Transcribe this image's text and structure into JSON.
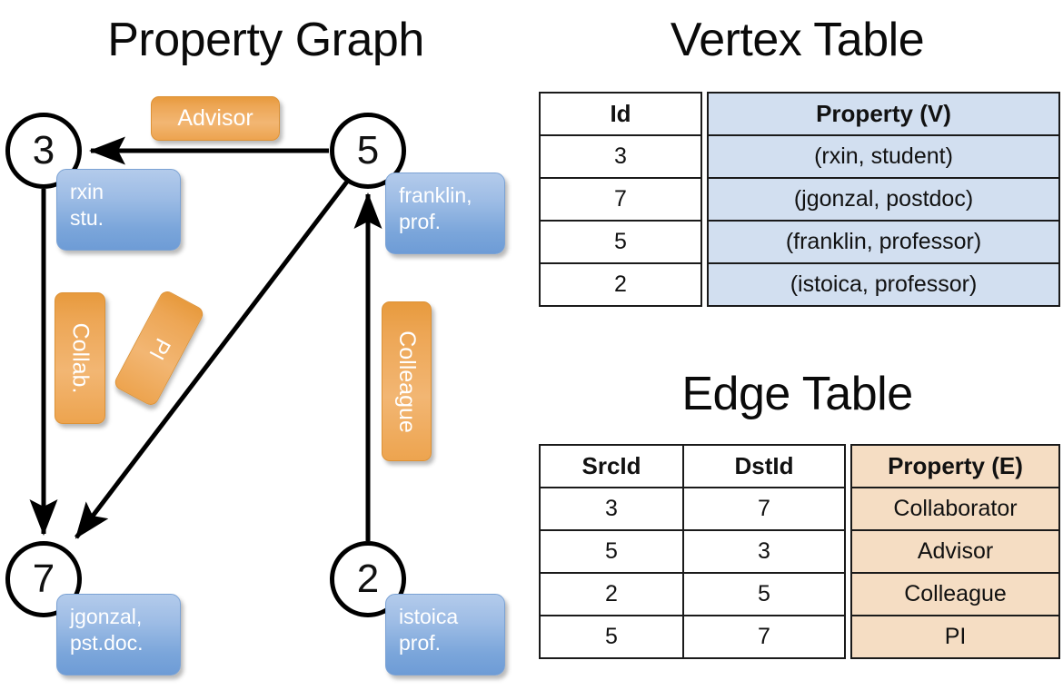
{
  "titles": {
    "property_graph": "Property Graph",
    "vertex_table": "Vertex Table",
    "edge_table": "Edge Table"
  },
  "graph": {
    "nodes": [
      {
        "id": "3",
        "property": "rxin\nstu."
      },
      {
        "id": "5",
        "property": "franklin,\nprof."
      },
      {
        "id": "7",
        "property": "jgonzal,\npst.doc."
      },
      {
        "id": "2",
        "property": "istoica\nprof."
      }
    ],
    "node_labels": {
      "n3": "3",
      "n5": "5",
      "n7": "7",
      "n2": "2"
    },
    "property_boxes": {
      "rxin_line1": "rxin",
      "rxin_line2": "stu.",
      "franklin_line1": "franklin,",
      "franklin_line2": "prof.",
      "jgonzal_line1": "jgonzal,",
      "jgonzal_line2": "pst.doc.",
      "istoica_line1": "istoica",
      "istoica_line2": "prof."
    },
    "edge_labels": {
      "advisor": "Advisor",
      "collab": "Collab.",
      "colleague": "Colleague",
      "pi": "PI"
    },
    "edges": [
      {
        "src": "5",
        "dst": "3",
        "label": "Advisor"
      },
      {
        "src": "3",
        "dst": "7",
        "label": "Collab."
      },
      {
        "src": "5",
        "dst": "7",
        "label": "PI"
      },
      {
        "src": "2",
        "dst": "5",
        "label": "Colleague"
      }
    ]
  },
  "vertex_table": {
    "headers": [
      "Id",
      "Property (V)"
    ],
    "rows": [
      {
        "id": "3",
        "property": "(rxin, student)"
      },
      {
        "id": "7",
        "property": "(jgonzal, postdoc)"
      },
      {
        "id": "5",
        "property": "(franklin, professor)"
      },
      {
        "id": "2",
        "property": "(istoica, professor)"
      }
    ]
  },
  "edge_table": {
    "headers": [
      "SrcId",
      "DstId",
      "Property (E)"
    ],
    "rows": [
      {
        "src": "3",
        "dst": "7",
        "property": "Collaborator"
      },
      {
        "src": "5",
        "dst": "3",
        "property": "Advisor"
      },
      {
        "src": "2",
        "dst": "5",
        "property": "Colleague"
      },
      {
        "src": "5",
        "dst": "7",
        "property": "PI"
      }
    ]
  },
  "colors": {
    "vertex_property_fill": "#d2dff0",
    "edge_property_fill": "#f5ddc3",
    "node_box_blue": "#7aa5da",
    "edge_label_orange": "#eda655",
    "stroke": "#000000",
    "background": "#ffffff"
  }
}
